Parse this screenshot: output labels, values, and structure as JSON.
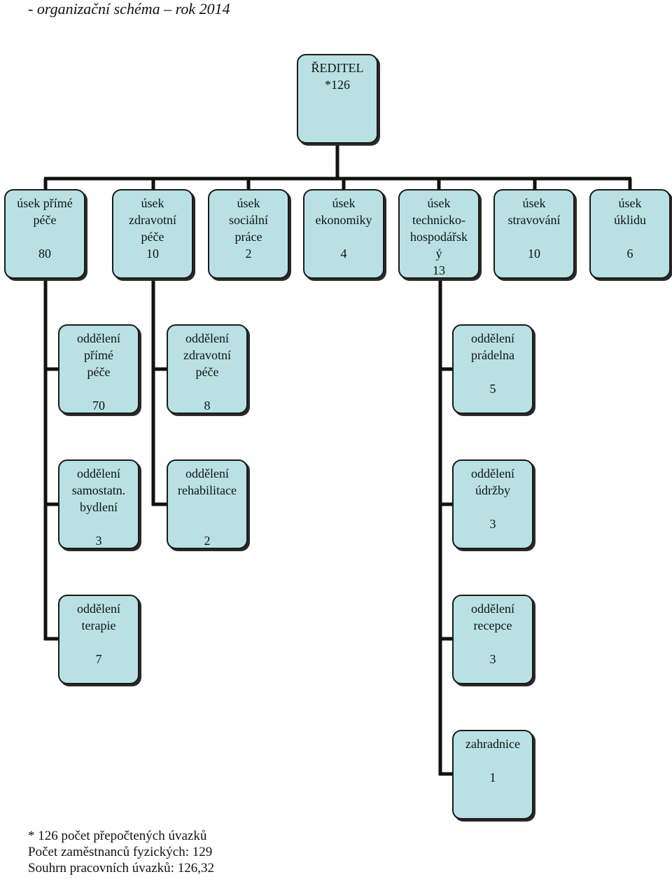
{
  "header": {
    "title": "- organizační schéma – rok 2014"
  },
  "director": {
    "label": "ŘEDITEL",
    "count": "*126"
  },
  "sections": [
    {
      "label": "úsek přímé\npéče",
      "count": "80"
    },
    {
      "label": "úsek\nzdravotní\npéče",
      "count": "10"
    },
    {
      "label": "úsek\nsociální\npráce",
      "count": "2"
    },
    {
      "label": "úsek\nekonomiky",
      "count": "4"
    },
    {
      "label": "úsek\ntechnicko-\nhospodářsk\ný",
      "count": "13"
    },
    {
      "label": "úsek\nstravování",
      "count": "10"
    },
    {
      "label": "úsek\núklidu",
      "count": "6"
    }
  ],
  "departments_prime_care": [
    {
      "label": "oddělení\npřímé\npéče",
      "count": "70"
    },
    {
      "label": "oddělení\nsamostatn.\nbydlení",
      "count": "3"
    },
    {
      "label": "oddělení\nterapie",
      "count": "7"
    }
  ],
  "departments_health_care": [
    {
      "label": "oddělení\nzdravotní\npéče",
      "count": "8"
    },
    {
      "label": "oddělení\nrehabilitace",
      "count": "2"
    }
  ],
  "departments_technical": [
    {
      "label": "oddělení\nprádelna",
      "count": "5"
    },
    {
      "label": "oddělení\núdržby",
      "count": "3"
    },
    {
      "label": "oddělení\nrecepce",
      "count": "3"
    },
    {
      "label": "zahradnice",
      "count": "1"
    }
  ],
  "footnote": {
    "line1": "* 126 počet přepočtených úvazků",
    "line2": "Počet zaměstnanců fyzických: 129",
    "line3": "Souhrn pracovních úvazků: 126,32"
  }
}
